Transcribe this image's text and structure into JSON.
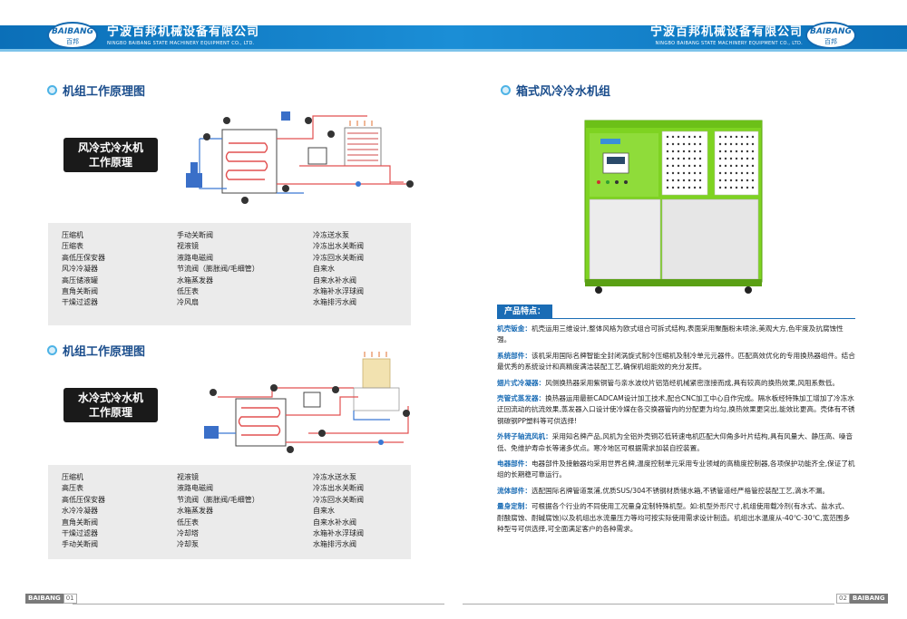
{
  "header": {
    "brand": "BAIBANG",
    "brand_cn": "百邦",
    "company_cn": "宁波百邦机械设备有限公司",
    "company_en": "NINGBO BAIBANG STATE MACHINERY EQUIPMENT CO., LTD."
  },
  "left": {
    "section1_title": "机组工作原理图",
    "diagram1_label_line1": "风冷式冷水机",
    "diagram1_label_line2": "工作原理",
    "legend1": {
      "col1": [
        "压缩机",
        "压缩表",
        "高低压保安器",
        "风冷冷凝器",
        "高压储液罐",
        "直角关断阀",
        "干燥过滤器"
      ],
      "col2": [
        "手动关断阀",
        "视液镜",
        "液路电磁阀",
        "节流阀（膨胀阀/毛细管）",
        "水箱蒸发器",
        "低压表",
        "冷风扇"
      ],
      "col3": [
        "冷冻送水泵",
        "冷冻出水关断阀",
        "冷冻回水关断阀",
        "自来水",
        "自来水补水阀",
        "水箱补水浮球阀",
        "水箱排污水阀"
      ]
    },
    "section2_title": "机组工作原理图",
    "diagram2_label_line1": "水冷式冷水机",
    "diagram2_label_line2": "工作原理",
    "legend2": {
      "col1": [
        "压缩机",
        "高压表",
        "高低压保安器",
        "水冷冷凝器",
        "直角关断阀",
        "干燥过滤器",
        "手动关断阀"
      ],
      "col2": [
        "视液镜",
        "液路电磁阀",
        "节流阀（膨胀阀/毛细管）",
        "水箱蒸发器",
        "低压表",
        "冷却塔",
        "冷却泵"
      ],
      "col3": [
        "冷冻水送水泵",
        "冷冻出水关断阀",
        "冷冻回水关断阀",
        "自来水",
        "自来水补水阀",
        "水箱补水浮球阀",
        "水箱排污水阀"
      ]
    },
    "footer_brand": "BAIBANG",
    "footer_page": "01"
  },
  "right": {
    "section_title": "箱式风冷冷水机组",
    "features_title": "产品特点：",
    "features": [
      {
        "key": "机壳钣金：",
        "text": "机壳运用三维设计,整体风格为欧式组合可拆式结构,表面采用聚酯粉末喷涂,美观大方,色牢度及抗腐蚀性强。"
      },
      {
        "key": "系统部件：",
        "text": "该机采用国际名牌智能全封闭涡旋式制冷压缩机及制冷单元元器件。匹配高效优化的专用换热器组件。结合最优秀的系统设计和高精度满洁装配工艺,确保机组能效的充分发挥。"
      },
      {
        "key": "翅片式冷凝器：",
        "text": "风侧换热器采用紫铜管与亲水波纹片铝箔经机械紧密涨接而成,具有较高的换热效果,风阻系数低。"
      },
      {
        "key": "壳管式蒸发器：",
        "text": "换热器运用最新CADCAM设计加工技术,配合CNC加工中心自作完成。隔水板经特殊加工增加了冷冻水迂回流动的抗流效果,蒸发器入口设计使冷媒在各交换器管内的分配更为均匀,换热效果更突出,能效比更高。壳体有不锈钢碳钢PP塑料等可供选择!"
      },
      {
        "key": "外转子轴流风机：",
        "text": "采用知名牌产品,风机为全铝外壳铜芯低转速电机匹配大仰角多叶片结构,具有风量大、静压高、噪音低、免维护寿命长等诸多优点。寒冷地区可根据需求加装自控装置。"
      },
      {
        "key": "电器部件：",
        "text": "电器部件及接触器均采用世界名牌,温度控制单元采用专业领域的高精度控制器,各项保护功能齐全,保证了机组的长期稳可靠运行。"
      },
      {
        "key": "流体部件：",
        "text": "选配国际名牌管道泵浦,优质SUS/304不锈钢材质储水箱,不锈管道经严格管控装配工艺,滴水不漏。"
      },
      {
        "key": "量身定制：",
        "text": "可根据各个行业的不同使用工况量身定制特殊机型。如:机型外形尺寸,机组使用载冷剂(有水式、盐水式、耐酸腐蚀、耐碱腐蚀)以及机组出水流量压力等均可按实际使用需求设计制造。机组出水温度从-40℃-30℃,宽范围多种型号可供选择,可全面满足客户的各种需求。"
      }
    ],
    "footer_page": "02",
    "footer_brand": "BAIBANG"
  },
  "colors": {
    "header_blue": "#1269b0",
    "machine_green": "#7ed321",
    "feature_key_blue": "#1a6cb5"
  }
}
